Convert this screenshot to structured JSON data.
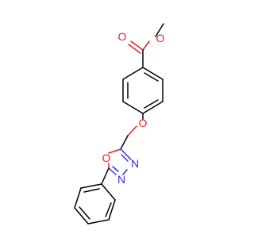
{
  "molecule": {
    "atoms": {
      "carbonyl_o": "O",
      "ester_o": "O",
      "ether_o": "O",
      "ring_o": "O",
      "ring_n1": "N",
      "ring_n2": "N"
    }
  },
  "colors": {
    "oxygen": "#e8201f",
    "nitrogen": "#2f2fe6",
    "bond": "#000000",
    "background": "#ffffff"
  }
}
